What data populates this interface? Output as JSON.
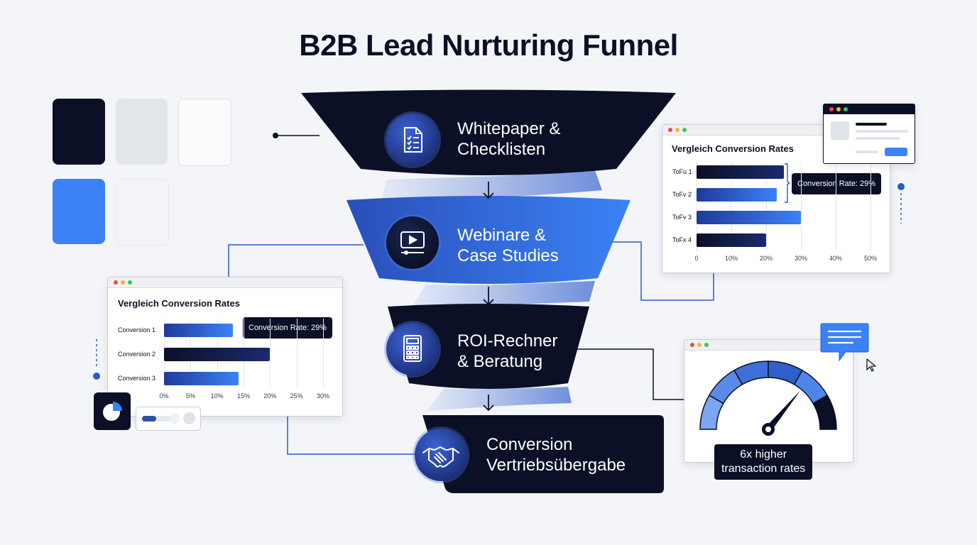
{
  "title": "B2B Lead Nurturing Funnel",
  "colors": {
    "navy": "#0b1026",
    "blue": "#3b82f6",
    "light_gray": "#e2e5ea",
    "white": "#ffffff",
    "very_light": "#f2f4f7",
    "accent_blue": "#2c5ac9"
  },
  "swatches": [
    {
      "name": "navy",
      "color": "#0b1026"
    },
    {
      "name": "light-gray",
      "color": "#e2e5ea"
    },
    {
      "name": "white",
      "color": "#fbfbfc"
    },
    {
      "name": "blue",
      "color": "#3b82f6"
    },
    {
      "name": "very-light",
      "color": "#f2f4f7"
    }
  ],
  "funnel": {
    "stages": [
      {
        "line1": "Whitepaper &",
        "line2": "Checklisten",
        "icon": "checklist-icon"
      },
      {
        "line1": "Webinare &",
        "line2": "Case Studies",
        "icon": "video-play-icon"
      },
      {
        "line1": "ROI-Rechner",
        "line2": "& Beratung",
        "icon": "calculator-icon"
      },
      {
        "line1": "Conversion",
        "line2": "Vertriebsübergabe",
        "icon": "handshake-icon"
      }
    ]
  },
  "chart_left": {
    "title": "Vergleich Conversion Rates",
    "tooltip": "Conversion Rate: 29%",
    "chart_data": {
      "type": "bar",
      "orientation": "horizontal",
      "title": "Vergleich Conversion Rates",
      "categories": [
        "Conversion 1",
        "Conversion 2",
        "Conversion 3"
      ],
      "values": [
        13,
        20,
        14
      ],
      "xlim": [
        0,
        30
      ],
      "ticks": [
        "0%",
        "5%",
        "10%",
        "15%",
        "20%",
        "25%",
        "30%"
      ],
      "grid": true,
      "annotation": "Conversion Rate: 29%"
    }
  },
  "chart_right": {
    "title": "Vergleich Conversion Rates",
    "tooltip": "Conversion Rate: 29%",
    "chart_data": {
      "type": "bar",
      "orientation": "horizontal",
      "title": "Vergleich Conversion Rates",
      "categories": [
        "ToFu 1",
        "ToFv 2",
        "ToFv 3",
        "ToFx 4"
      ],
      "values": [
        25,
        23,
        30,
        20
      ],
      "xlim": [
        0,
        50
      ],
      "ticks": [
        "0",
        "10%",
        "20%",
        "30%",
        "40%",
        "50%"
      ],
      "grid": true,
      "annotation": "Conversion Rate: 29%"
    }
  },
  "gauge": {
    "line1": "6x higher",
    "line2": "transaction rates",
    "level": 0.72
  },
  "slider_widget": {
    "level": 0.45
  }
}
